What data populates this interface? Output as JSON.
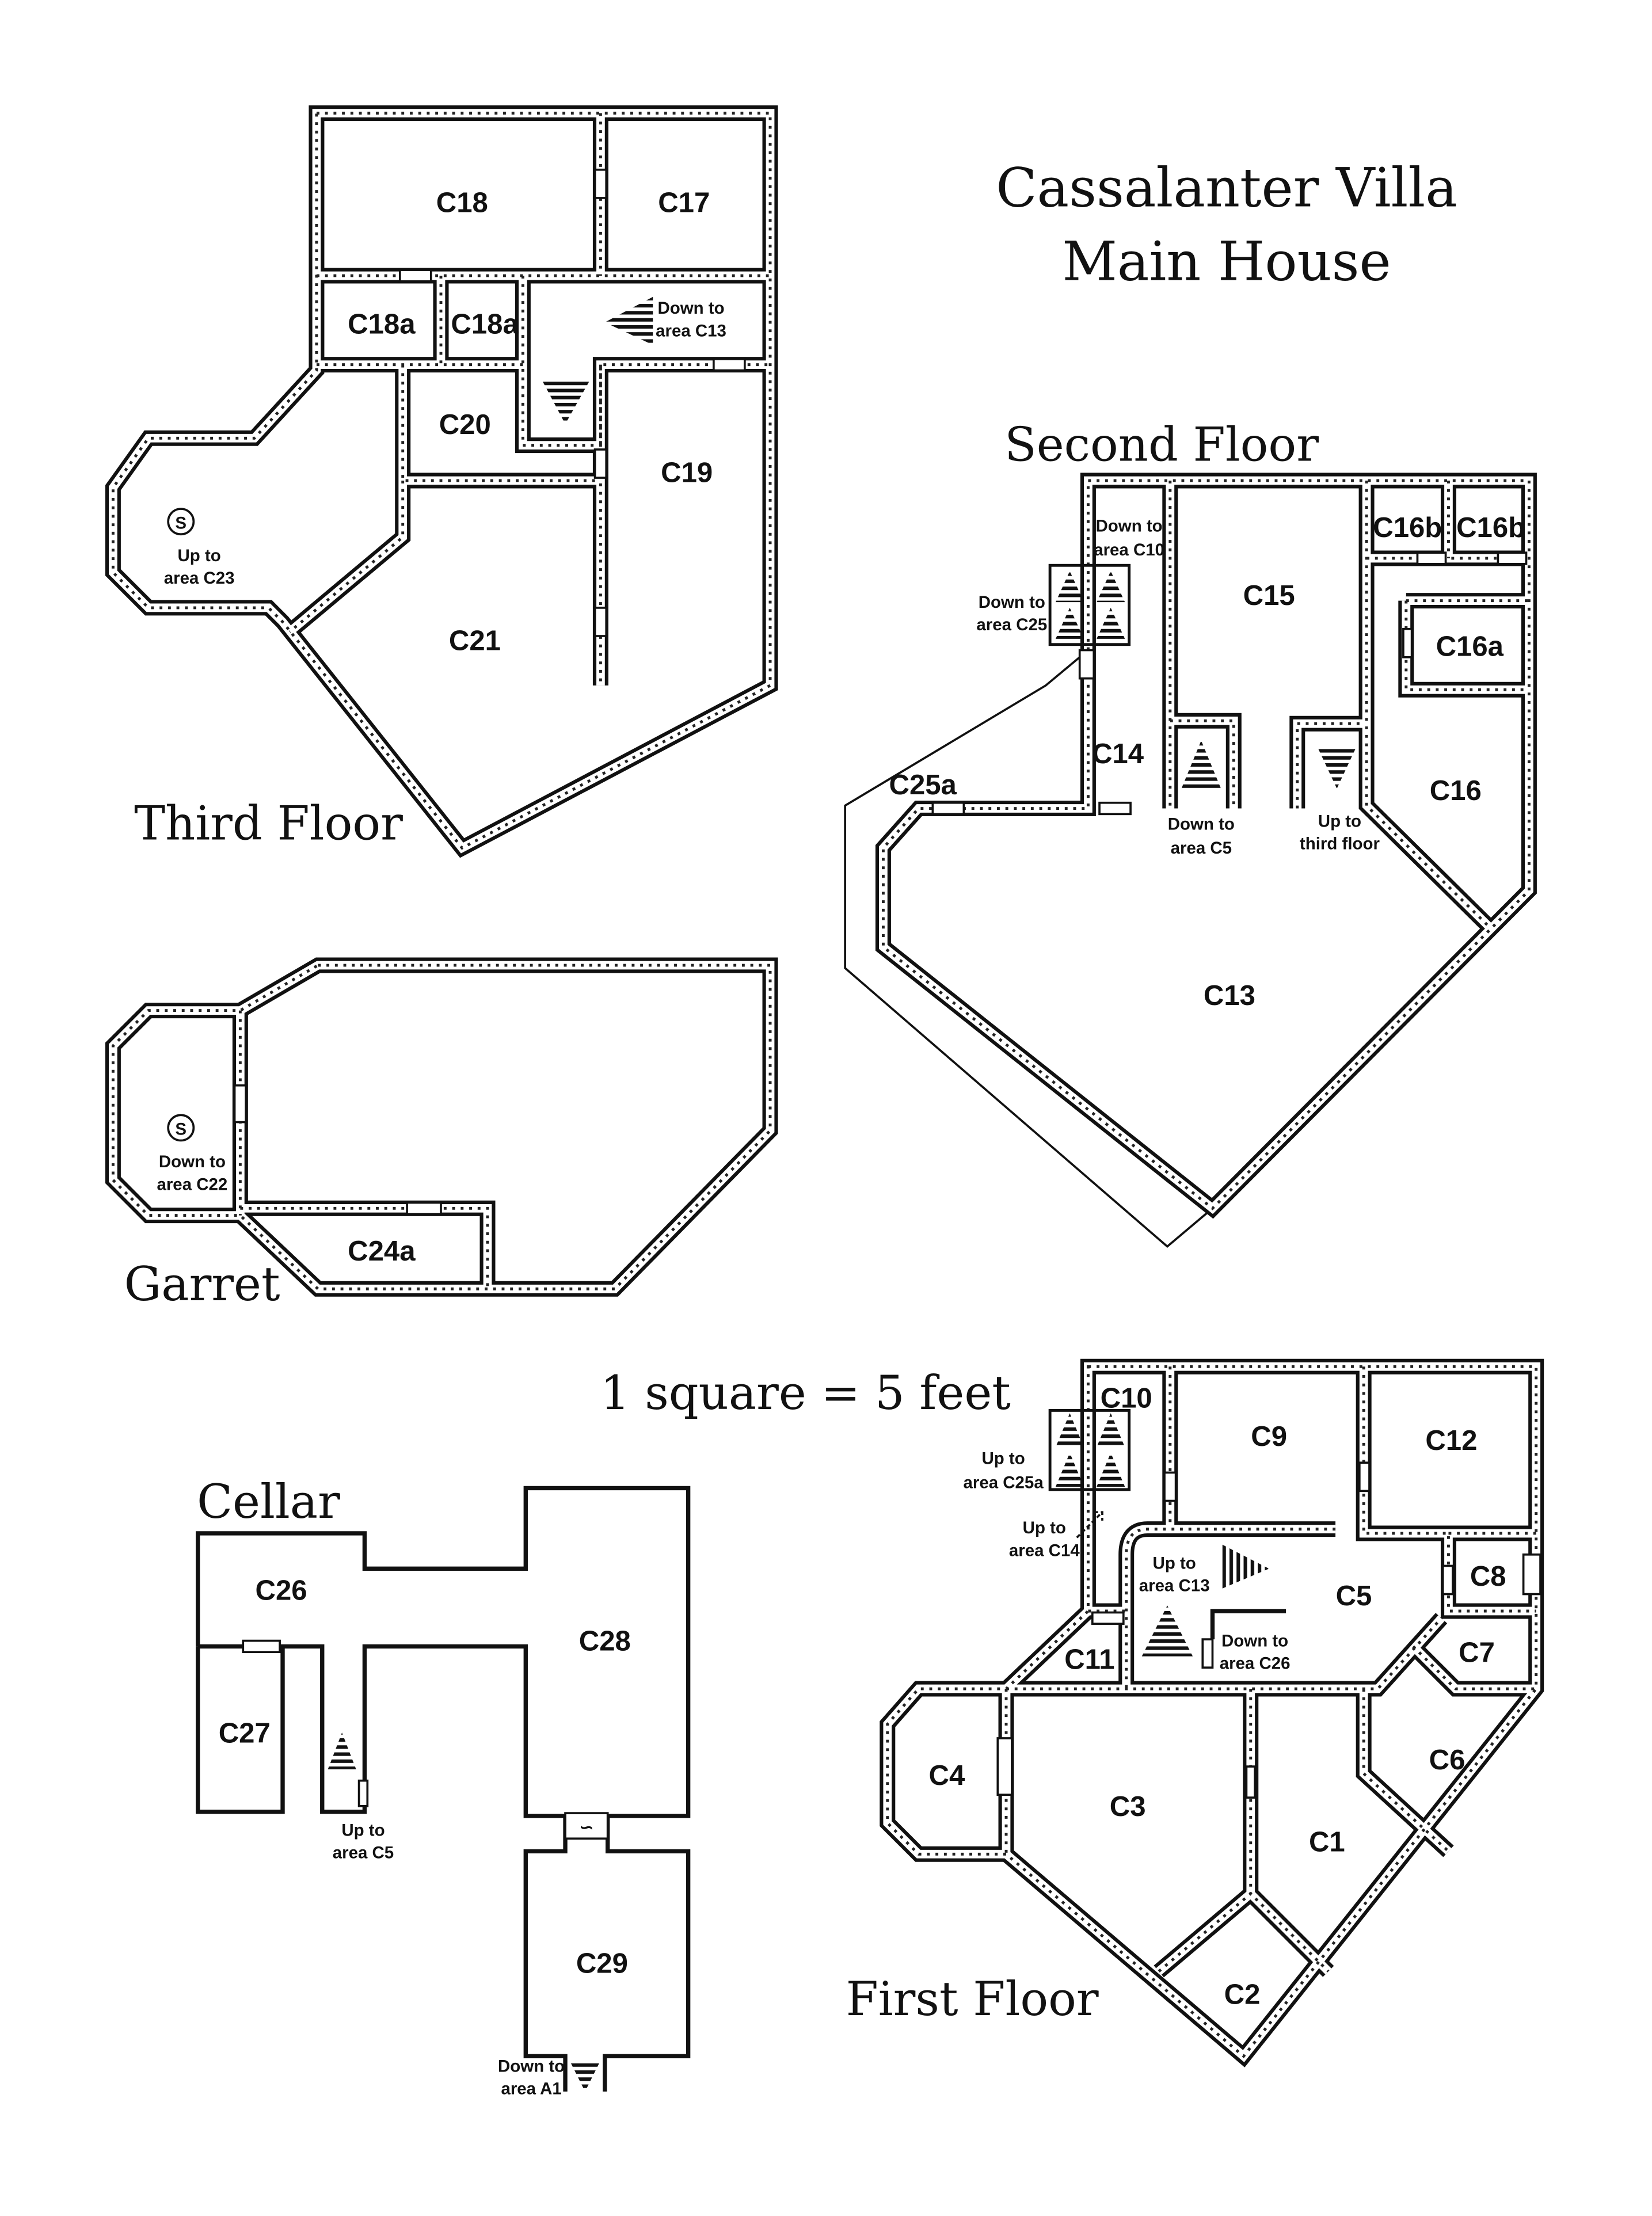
{
  "title": {
    "line1": "Cassalanter Villa",
    "line2": "Main House"
  },
  "scale_note": "1 square = 5 feet",
  "colors": {
    "ink": "#111111",
    "paper": "#ffffff"
  },
  "third_floor": {
    "label": "Third Floor",
    "rooms": [
      "C18",
      "C17",
      "C18a",
      "C18a",
      "C20",
      "C19",
      "C21"
    ],
    "notes": {
      "down_c13": [
        "Down to",
        "area C13"
      ],
      "up_c23": [
        "Up to",
        "area C23"
      ]
    },
    "secret_door_symbol": "S"
  },
  "second_floor": {
    "label": "Second Floor",
    "rooms": [
      "C15",
      "C16b",
      "C16b",
      "C16a",
      "C14",
      "C25a",
      "C16",
      "C13"
    ],
    "notes": {
      "down_c10": [
        "Down to",
        "area C10"
      ],
      "down_c25": [
        "Down to",
        "area C25"
      ],
      "down_c5": [
        "Down to",
        "area C5"
      ],
      "up_third": [
        "Up to",
        "third floor"
      ]
    }
  },
  "garret": {
    "label": "Garret",
    "rooms": [
      "C24a"
    ],
    "notes": {
      "down_c22": [
        "Down to",
        "area C22"
      ]
    },
    "secret_door_symbol": "S"
  },
  "cellar": {
    "label": "Cellar",
    "rooms": [
      "C26",
      "C28",
      "C27",
      "C29"
    ],
    "notes": {
      "up_c5": [
        "Up to",
        "area C5"
      ],
      "down_a1": [
        "Down to",
        "area A1"
      ]
    }
  },
  "first_floor": {
    "label": "First Floor",
    "rooms": [
      "C10",
      "C9",
      "C12",
      "C8",
      "C5",
      "C11",
      "C7",
      "C4",
      "C6",
      "C3",
      "C1",
      "C2"
    ],
    "notes": {
      "up_c25a": [
        "Up to",
        "area C25a"
      ],
      "up_c14": [
        "Up to",
        "area C14"
      ],
      "up_c13": [
        "Up to",
        "area C13"
      ],
      "down_c26": [
        "Down to",
        "area C26"
      ]
    }
  }
}
